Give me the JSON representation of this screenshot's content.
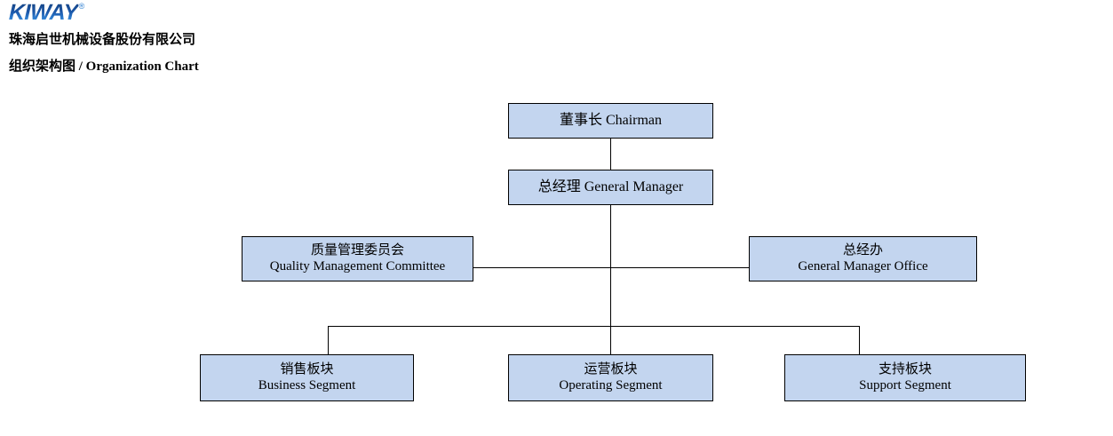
{
  "header": {
    "logo_text": "KIWAY",
    "logo_trademark": "®",
    "logo_color": "#1a56a8",
    "company_name": "珠海启世机械设备股份有限公司",
    "chart_title": "组织架构图 / Organization Chart"
  },
  "chart": {
    "type": "org-chart",
    "node_fill_color": "#c3d5ef",
    "node_border_color": "#000000",
    "connector_color": "#000000",
    "nodes": {
      "chairman": {
        "cn": "董事长 Chairman",
        "en": ""
      },
      "general_manager": {
        "cn": "总经理 General Manager",
        "en": ""
      },
      "quality_management_committee": {
        "cn": "质量管理委员会",
        "en": "Quality Management Committee"
      },
      "general_manager_office": {
        "cn": "总经办",
        "en": "General Manager Office"
      },
      "business_segment": {
        "cn": "销售板块",
        "en": "Business Segment"
      },
      "operating_segment": {
        "cn": "运营板块",
        "en": "Operating Segment"
      },
      "support_segment": {
        "cn": "支持板块",
        "en": "Support Segment"
      }
    }
  }
}
